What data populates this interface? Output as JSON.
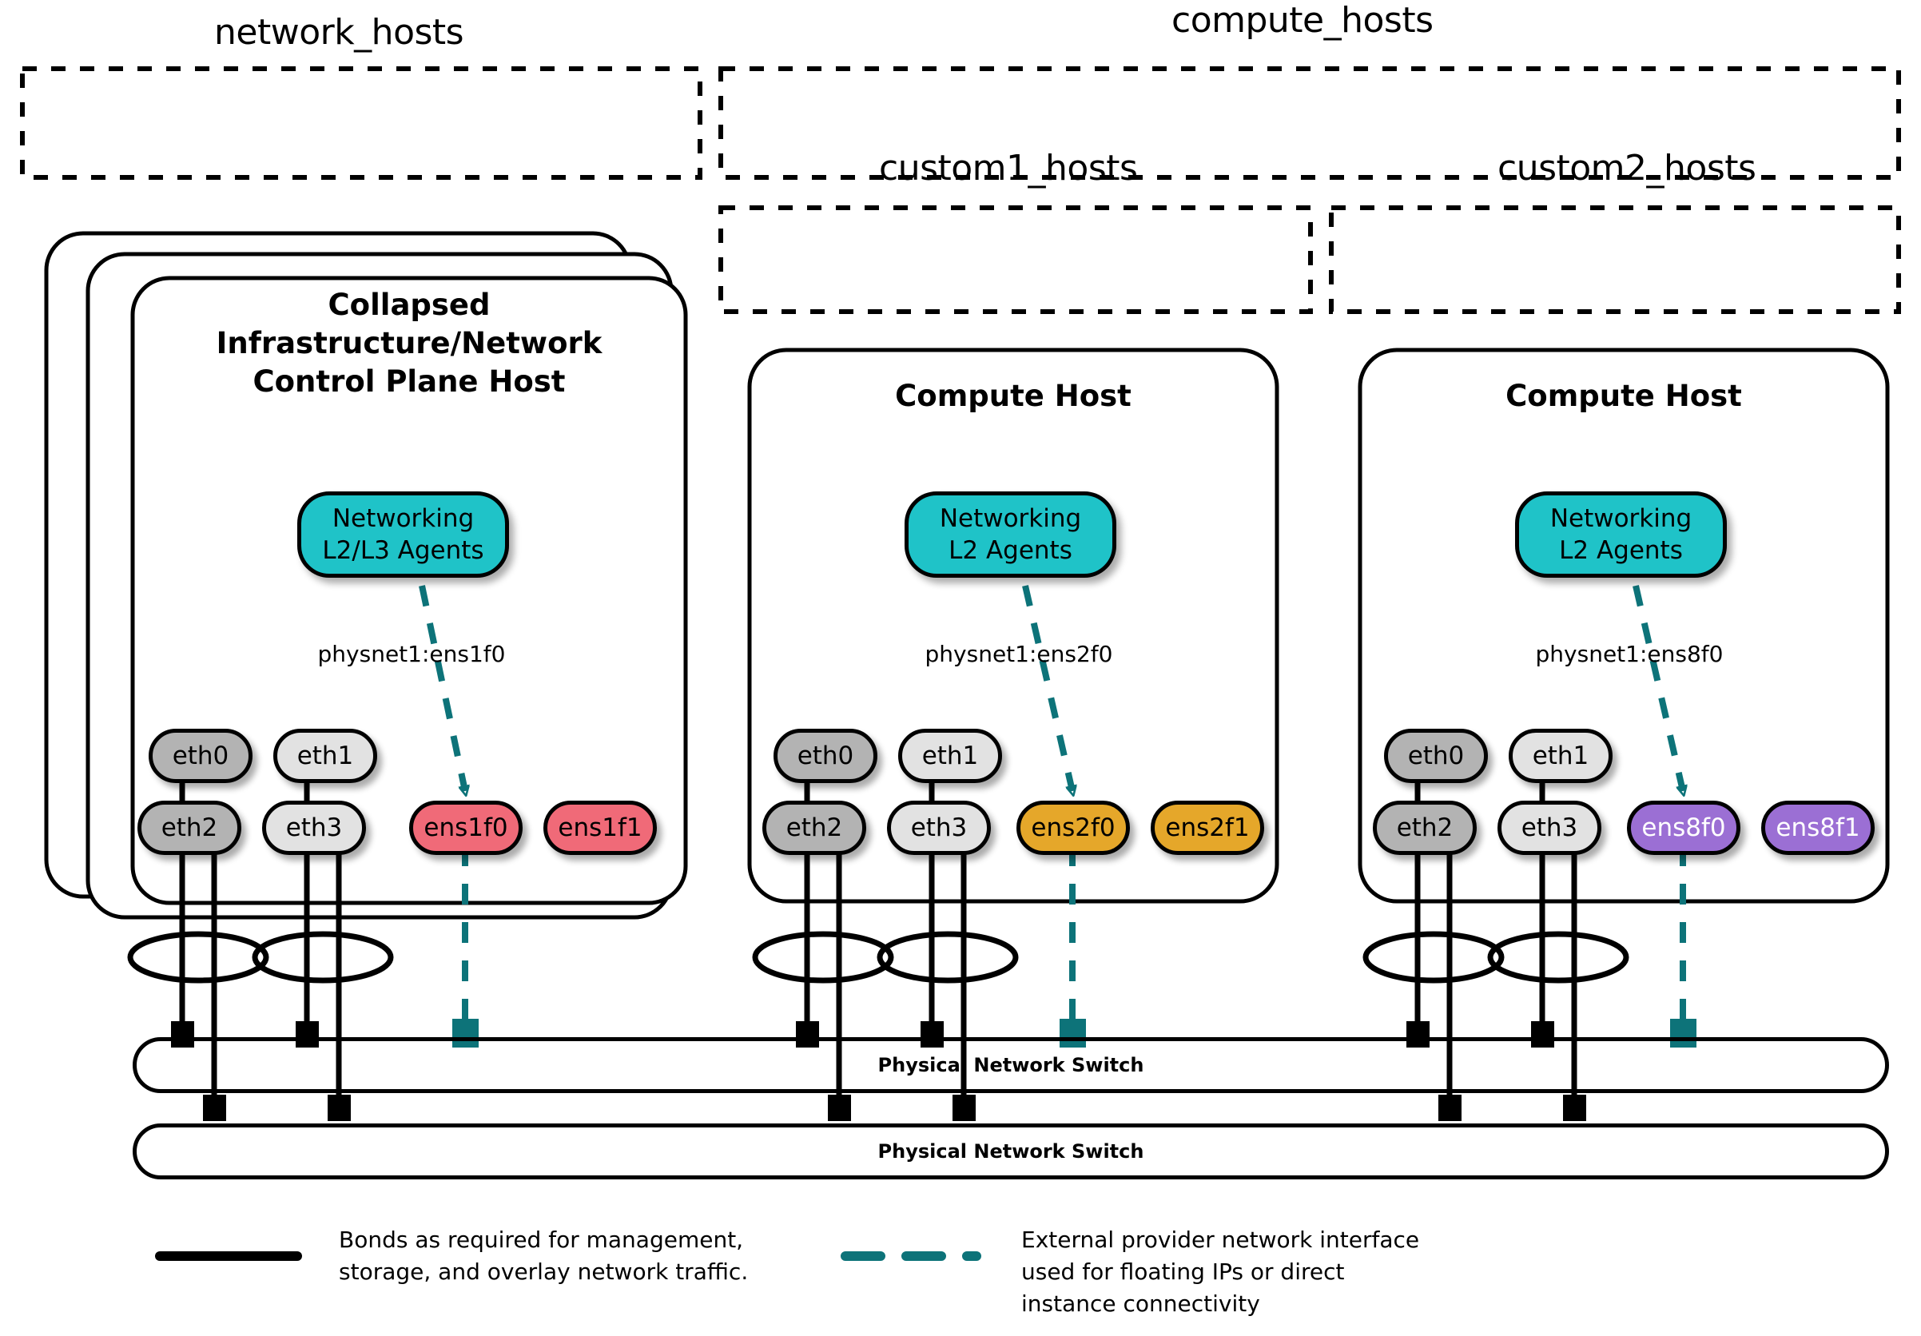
{
  "groups": [
    {
      "id": "network_hosts",
      "label": "network_hosts"
    },
    {
      "id": "compute_hosts",
      "label": "compute_hosts"
    },
    {
      "id": "custom1_hosts",
      "label": "custom1_hosts"
    },
    {
      "id": "custom2_hosts",
      "label": "custom2_hosts"
    }
  ],
  "hosts": [
    {
      "id": "network-host",
      "title_lines": [
        "Collapsed",
        "Infrastructure/Network",
        "Control Plane Host"
      ],
      "stacked": true,
      "stack_count": 3,
      "agent": {
        "lines": [
          "Networking",
          "L2/L3 Agents"
        ],
        "color": "#1fc3c8"
      },
      "physnet": "physnet1:ens1f0",
      "nics": [
        {
          "name": "eth0",
          "color": "#b3b3b3",
          "text_color": "#000000"
        },
        {
          "name": "eth1",
          "color": "#e2e2e2",
          "text_color": "#000000"
        },
        {
          "name": "eth2",
          "color": "#b3b3b3",
          "text_color": "#000000"
        },
        {
          "name": "eth3",
          "color": "#e2e2e2",
          "text_color": "#000000"
        },
        {
          "name": "ens1f0",
          "color": "#f06a78",
          "text_color": "#000000"
        },
        {
          "name": "ens1f1",
          "color": "#f06a78",
          "text_color": "#000000"
        }
      ]
    },
    {
      "id": "compute-host-1",
      "title_lines": [
        "Compute Host"
      ],
      "stacked": false,
      "stack_count": 1,
      "agent": {
        "lines": [
          "Networking",
          "L2 Agents"
        ],
        "color": "#1fc3c8"
      },
      "physnet": "physnet1:ens2f0",
      "nics": [
        {
          "name": "eth0",
          "color": "#b3b3b3",
          "text_color": "#000000"
        },
        {
          "name": "eth1",
          "color": "#e2e2e2",
          "text_color": "#000000"
        },
        {
          "name": "eth2",
          "color": "#b3b3b3",
          "text_color": "#000000"
        },
        {
          "name": "eth3",
          "color": "#e2e2e2",
          "text_color": "#000000"
        },
        {
          "name": "ens2f0",
          "color": "#e5a72a",
          "text_color": "#000000"
        },
        {
          "name": "ens2f1",
          "color": "#e5a72a",
          "text_color": "#000000"
        }
      ]
    },
    {
      "id": "compute-host-2",
      "title_lines": [
        "Compute Host"
      ],
      "stacked": false,
      "stack_count": 1,
      "agent": {
        "lines": [
          "Networking",
          "L2 Agents"
        ],
        "color": "#1fc3c8"
      },
      "physnet": "physnet1:ens8f0",
      "nics": [
        {
          "name": "eth0",
          "color": "#b3b3b3",
          "text_color": "#000000"
        },
        {
          "name": "eth1",
          "color": "#e2e2e2",
          "text_color": "#000000"
        },
        {
          "name": "eth2",
          "color": "#b3b3b3",
          "text_color": "#000000"
        },
        {
          "name": "eth3",
          "color": "#e2e2e2",
          "text_color": "#000000"
        },
        {
          "name": "ens8f0",
          "color": "#9b6fd4",
          "text_color": "#ffffff"
        },
        {
          "name": "ens8f1",
          "color": "#9b6fd4",
          "text_color": "#ffffff"
        }
      ]
    }
  ],
  "switches": [
    {
      "id": "switch-top",
      "label": "Physical Network Switch"
    },
    {
      "id": "switch-bottom",
      "label": "Physical Network Switch"
    }
  ],
  "legend": [
    {
      "id": "legend-bond",
      "style": "solid",
      "color": "#000000",
      "lines": [
        "Bonds as required for management,",
        "storage, and overlay network traffic."
      ]
    },
    {
      "id": "legend-provider",
      "style": "dashed",
      "color": "#0d7379",
      "lines": [
        "External provider network interface",
        "used for floating IPs or direct",
        "instance connectivity"
      ]
    }
  ],
  "colors": {
    "teal_dash": "#0d7379",
    "agent_fill": "#1fc3c8",
    "line": "#000000",
    "nic_gray_dark": "#b3b3b3",
    "nic_gray_light": "#e2e2e2",
    "nic_pink": "#f06a78",
    "nic_gold": "#e5a72a",
    "nic_purple": "#9b6fd4"
  }
}
